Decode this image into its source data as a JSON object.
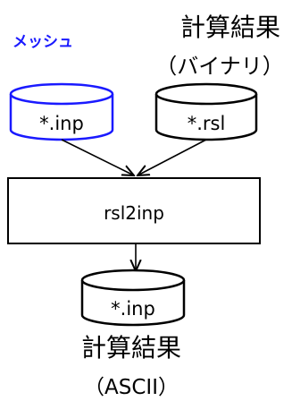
{
  "labels": {
    "mesh": "メッシュ",
    "result_title": "計算結果",
    "result_binary": "（バイナリ）",
    "result_ascii": "（ASCII）"
  },
  "inputs": {
    "mesh_file": "*.inp",
    "result_file": "*.rsl"
  },
  "process": {
    "name": "rsl2inp"
  },
  "output": {
    "file": "*.inp"
  },
  "colors": {
    "highlight": "#1a1aff",
    "ink": "#000000"
  }
}
